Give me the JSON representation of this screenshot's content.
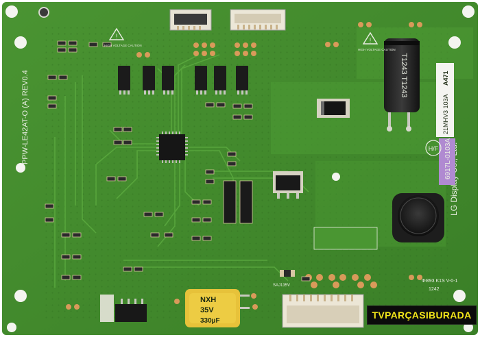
{
  "board": {
    "part_number": "PPW-LE42AT-O (A) REV0.4",
    "maker": "LG Display Co., Ltd.",
    "board_code": "6917L-0103A",
    "hf_mark": "H/F",
    "lot_code": "21MHV3 103A",
    "lot_suffix": "A471",
    "warning_text": "HIGH VOLTAGE CAUTION",
    "bottom_cap": {
      "line1": "NXH",
      "line2": "35V",
      "line3": "330µF"
    },
    "big_cap_text": "T1243 T1243",
    "date_code": "1242",
    "bottom_right_code": "ФΘ93 K1S V-0-1",
    "small_label": "SAJ135V"
  },
  "watermark": "TVPARÇASIBURADA",
  "colors": {
    "board": "#3f8a2a",
    "pad": "#d9a86c",
    "silk": "#e9ede2"
  }
}
